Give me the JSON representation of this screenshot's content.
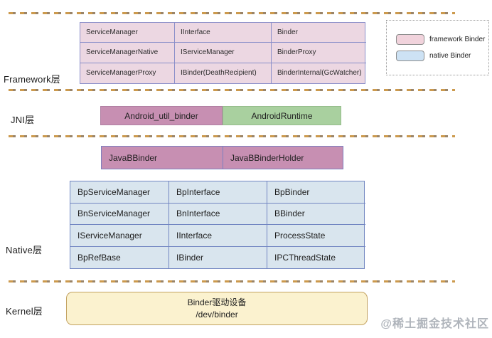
{
  "layers": {
    "framework": {
      "label": "Framework层"
    },
    "jni": {
      "label": "JNI层"
    },
    "native": {
      "label": "Native层"
    },
    "kernel": {
      "label": "Kernel层"
    }
  },
  "framework_table": {
    "rows": [
      [
        "ServiceManager",
        "IInterface",
        "Binder"
      ],
      [
        "ServiceManagerNative",
        "IServiceManager",
        "BinderProxy"
      ],
      [
        "ServiceManagerProxy",
        "IBinder(DeathRecipient)",
        "BinderInternal(GcWatcher)"
      ]
    ]
  },
  "legend": {
    "items": [
      {
        "label": "framework Binder",
        "color": "#f1d3dc"
      },
      {
        "label": "native Binder",
        "color": "#cde2f4"
      }
    ]
  },
  "jni_row": {
    "android_util_binder": "Android_util_binder",
    "android_runtime": "AndroidRuntime"
  },
  "javabbinder_row": [
    "JavaBBinder",
    "JavaBBinderHolder"
  ],
  "native_table": {
    "rows": [
      [
        "BpServiceManager",
        "BpInterface",
        "BpBinder"
      ],
      [
        "BnServiceManager",
        "BnInterface",
        "BBinder"
      ],
      [
        "IServiceManager",
        "IInterface",
        "ProcessState"
      ],
      [
        "BpRefBase",
        "IBinder",
        "IPCThreadState"
      ]
    ]
  },
  "kernel_box": {
    "line1": "Binder驱动设备",
    "line2": "/dev/binder"
  },
  "watermark": "@稀土掘金技术社区",
  "colors": {
    "framework_fill": "#ecd7e2",
    "framework_border": "#8a8ec9",
    "jni_pink": "#c78fb2",
    "jni_green": "#a9d09f",
    "native_fill": "#d9e5ee",
    "native_border": "#7286c2",
    "kernel_fill": "#fbf2cf",
    "kernel_border": "#c3a261",
    "dashed_line": "#cc9a4e"
  }
}
